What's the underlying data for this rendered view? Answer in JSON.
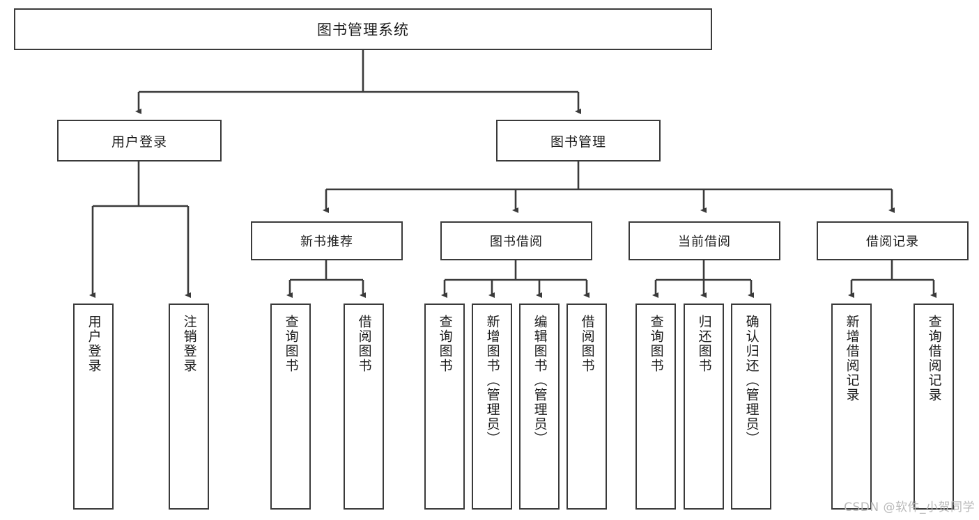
{
  "diagram": {
    "title": "图书管理系统",
    "watermark": "CSDN @软件_小贺同学",
    "colors": {
      "stroke": "#3a3a3a",
      "fill": "#ffffff",
      "text": "#1b1b1b",
      "watermark": "#b9b9b9"
    },
    "root": {
      "label": "图书管理系统"
    },
    "level1": [
      {
        "label": "用户登录"
      },
      {
        "label": "图书管理"
      }
    ],
    "level2": [
      {
        "label": "新书推荐"
      },
      {
        "label": "图书借阅"
      },
      {
        "label": "当前借阅"
      },
      {
        "label": "借阅记录"
      }
    ],
    "leaves": {
      "user_login": [
        {
          "label": "用户登录"
        },
        {
          "label": "注销登录"
        }
      ],
      "new_book_recommend": [
        {
          "label": "查询图书"
        },
        {
          "label": "借阅图书"
        }
      ],
      "book_borrow": [
        {
          "label": "查询图书"
        },
        {
          "label": "新增图书（管理员）"
        },
        {
          "label": "编辑图书（管理员）"
        },
        {
          "label": "借阅图书"
        }
      ],
      "current_borrow": [
        {
          "label": "查询图书"
        },
        {
          "label": "归还图书"
        },
        {
          "label": "确认归还（管理员）"
        }
      ],
      "borrow_record": [
        {
          "label": "新增借阅记录"
        },
        {
          "label": "查询借阅记录"
        }
      ]
    }
  }
}
